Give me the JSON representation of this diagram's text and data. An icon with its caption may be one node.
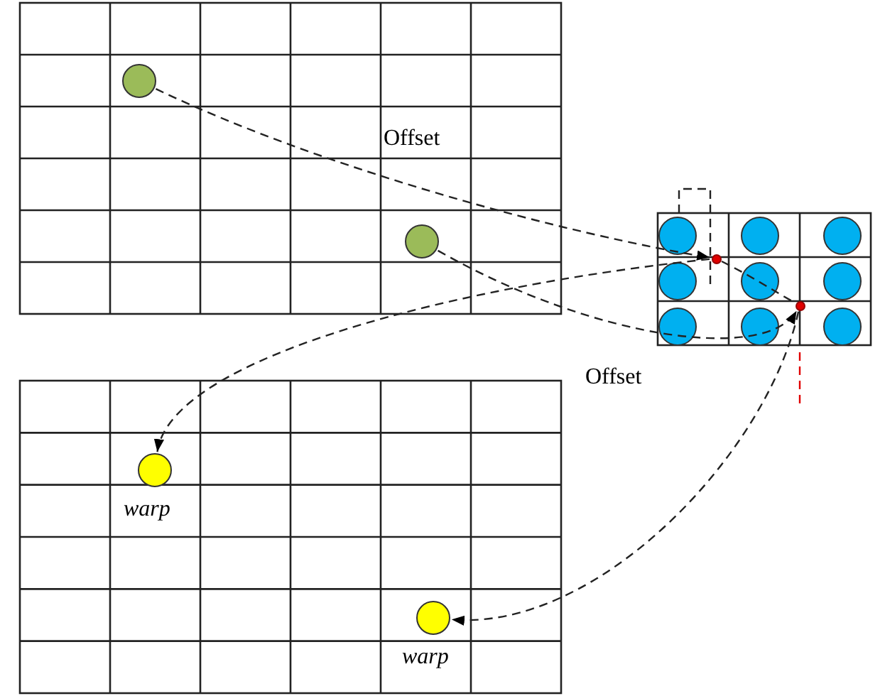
{
  "diagram": {
    "nodes": [
      {
        "text": [],
        "shape": "circle"
      },
      {
        "text": [],
        "shape": "circle"
      },
      {
        "text": [],
        "shape": "circle"
      },
      {
        "text": [],
        "shape": "circle"
      },
      {
        "text": [],
        "shape": "circle",
        "beside": [
          "warp"
        ]
      },
      {
        "text": [],
        "shape": "circle",
        "beside": [
          "warp"
        ]
      }
    ],
    "edges": [
      {
        "from": 0,
        "to": 2,
        "arrow": "to",
        "style": "dashed"
      },
      {
        "from": 1,
        "to": 3,
        "arrow": "to",
        "style": "dashed"
      },
      {
        "from": 2,
        "to": 4,
        "arrow": "to",
        "style": "dashed"
      },
      {
        "from": 3,
        "to": 5,
        "arrow": "to",
        "style": "dashed"
      },
      {
        "from": 2,
        "to": 3,
        "arrow": "none",
        "style": "dashed"
      }
    ],
    "labels": [
      "Offset",
      "Offset"
    ]
  }
}
